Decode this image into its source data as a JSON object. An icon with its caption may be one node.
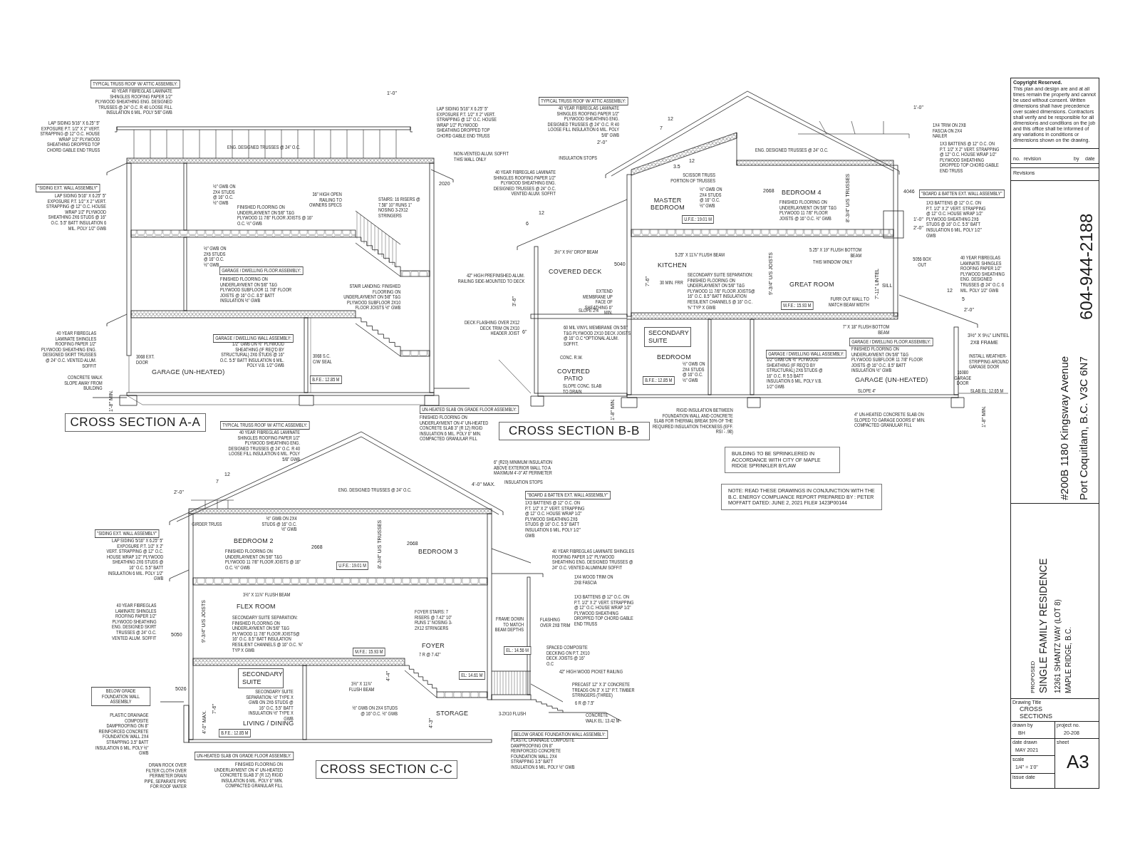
{
  "diagram": {
    "nodes": [
      {
        "text": [
          "TYPICAL TRUSS ROOF W/ ATTIC ASSEMBLY:"
        ]
      },
      {
        "text": [
          "\"SIDING EXT. WALL ASSEMBLY\""
        ]
      },
      {
        "text": [
          "GARAGE / DWELLING FLOOR ASSEMBLY:"
        ]
      },
      {
        "text": [
          "GARAGE / DWELLING WALL ASSEMBLY:"
        ]
      },
      {
        "text": [
          "B.F.E.: 12.85 M"
        ]
      },
      {
        "text": [
          "CROSS SECTION A-A"
        ]
      },
      {
        "text": [
          "UN-HEATED SLAB ON GRADE FLOOR ASSEMBLY:"
        ]
      },
      {
        "text": [
          "TYPICAL TRUSS ROOF W/ ATTIC ASSEMBLY:"
        ]
      },
      {
        "text": [
          "U.F.E.: 19.01 M"
        ]
      },
      {
        "text": [
          "\"BOARD & BATTEN EXT. WALL ASSEMBLY\""
        ]
      },
      {
        "text": [
          "M.F.E.: 15.93 M"
        ]
      },
      {
        "text": [
          "SECONDARY SUITE"
        ]
      },
      {
        "text": [
          "GARAGE / DWELLING FLOOR ASSEMBLY:"
        ]
      },
      {
        "text": [
          "GARAGE / DWELLING WALL ASSEMBLY:"
        ]
      },
      {
        "text": [
          "B.F.E.: 12.85 M"
        ]
      },
      {
        "text": [
          "CROSS SECTION B-B"
        ]
      },
      {
        "text": [
          "TYPICAL TRUSS ROOF W/ ATTIC ASSEMBLY:"
        ]
      },
      {
        "text": [
          "\"SIDING EXT. WALL ASSEMBLY\""
        ]
      },
      {
        "text": [
          "U.F.E.: 19.01 M"
        ]
      },
      {
        "text": [
          "\"BOARD & BATTEN EXT. WALL ASSEMBLY\""
        ]
      },
      {
        "text": [
          "M.F.E.: 15.93 M"
        ]
      },
      {
        "text": [
          "SECONDARY SUITE"
        ]
      },
      {
        "text": [
          "EL: 14.61 M"
        ]
      },
      {
        "text": [
          "EL.: 14.56 M"
        ]
      },
      {
        "text": [
          "BELOW GRADE FOUNDATION WALL ASSEMBLY"
        ]
      },
      {
        "text": [
          "B.F.E.: 12.85 M"
        ]
      },
      {
        "text": [
          "BELOW GRADE FOUNDATION WALL ASSEMBLY:"
        ]
      },
      {
        "text": [
          "UN-HEATED SLAB ON GRADE FLOOR ASSEMBLY:"
        ]
      },
      {
        "text": [
          "CROSS SECTION C-C"
        ]
      },
      {
        "text": [
          "BUILDING TO BE SPRINKLERED IN ACCORDANCE WITH CITY OF MAPLE RIDGE SPRINKLER BYLAW"
        ]
      },
      {
        "text": [
          "NOTE: READ THESE DRAWINGS IN CONJUNCTION WITH THE B.C. ENERGY COMPLIANCE REPORT PREPARED BY : PETER MOFFATT DATED: JUNE 2, 2021 FILE# 1423P00144"
        ]
      },
      {
        "text": [
          "Copyright Reserved.",
          "This plan and design are and at all times remain the property and cannot be used without consent. Written dimensions shall have precedence over scaled dimensions. Contractors shall verify and be responsible for all dimensions and conditions on the job and this office shall be informed of any variations in conditions or dimensions shown on the drawing."
        ]
      },
      {
        "text": [
          "no.",
          "revision",
          "by",
          "date",
          "Revisions"
        ]
      },
      {
        "text": [
          "#200B 1180 Kingsway Avenue",
          "Port Coquitlam, B.C. V3C 6N7",
          "604-944-2188"
        ]
      },
      {
        "text": [
          "PROPOSED",
          "SINGLE FAMILY RESIDENCE",
          "12361 SHANTZ WAY (LOT 8)",
          "MAPLE RIDGE, B.C."
        ]
      },
      {
        "text": [
          "Drawing Title",
          "CROSS SECTIONS"
        ]
      },
      {
        "text": [
          "drawn by",
          "BH"
        ]
      },
      {
        "text": [
          "project no.",
          "20-208"
        ]
      },
      {
        "text": [
          "date drawn",
          "MAY 2021"
        ]
      },
      {
        "text": [
          "sheet",
          "A3"
        ]
      },
      {
        "text": [
          "scale",
          "1/4\" = 1'0\""
        ]
      },
      {
        "text": [
          "issue date"
        ]
      }
    ],
    "labels": [
      "40 YEAR FIBREGLAS LAMINATE SHINGLES ROOFING PAPER 1/2\" PLYWOOD SHEATHING ENG. DESIGNED TRUSSES @ 24\" O.C. R 40 LOOSE FILL INSULATION 6 MIL. POLY 5/8\" GWB",
      "1'-0\"",
      "LAP SIDING 5/16\" X 6.25\" 5\" EXPOSURE P.T. 1/2\" X 2\" VERT. STRAPPING @ 12\" O.C. HOUSE WRAP 1/2\" PLYWOOD SHEATHING DROPPED TOP CHORD GABLE END TRUSS",
      "LAP SIDING 5/16\" X 6.25\" 5\" EXPOSURE P.T. 1/2\" X 2\" VERT. STRAPPING @ 12\" O.C. HOUSE WRAP 1/2\" PLYWOOD SHEATHING DROPPED TOP CHORD GABLE END TRUSS",
      "ENG. DESIGNED TRUSSES @ 24\" O.C.",
      "NON-VENTED ALUM. SOFFIT THIS WALL ONLY",
      "2020",
      "LAP SIDING 5/16\" X 6.25\" 5\" EXPOSURE P.T. 1/2\" X 2\" VERT. STRAPPING @ 12\" O.C. HOUSE WRAP 1/2\" PLYWOOD SHEATHING 2X6 STUDS @ 16\" O.C. 5.5\" BATT INSULATION 6 MIL. POLY 1/2\" GWB",
      "½\" GWB ON 2X4 STUDS @ 16\" O.C. ½\" GWB",
      "FINISHED FLOORING ON UNDERLAYMENT ON 5/8\" T&G PLYWOOD 11 7/8\" FLOOR JOISTS @ 16\" O.C. ½\" GWB",
      "36\" HIGH OPEN RAILING TO OWNERS SPECS",
      "STAIRS: 16 RISERS @ 7.58\" 10\" RUNS 1\" NOSING 3-2X12 STRINGERS",
      "½\" GWB ON 2X6 STUDS @ 16\" O.C. ½\" GWB",
      "FINISHED FLOORING ON UNDERLAYMENT ON 5/8\" T&G PLYWOOD SUBFLOOR 11 7/8\" FLOOR JOISTS @ 16\" O.C. 8.5\" BATT INSULATION ½\" GWB",
      "STAIR LANDING: FINISHED FLOORING ON UNDERLAYMENT ON 5/8\" T&G PLYWOOD SUBFLOOR 2X10 FLOOR JOISTS ½\" GWB",
      "40 YEAR FIBREGLAS LAMINATE SHINGLES ROOFING PAPER 1/2\" PLYWOOD SHEATHING ENG. DESIGNED SKIRT TRUSSES @ 24\" O.C. VENTED ALUM. SOFFIT",
      "1/2\" GWB ON ½\" PLYWOOD SHEATHING (IF REQ'D BY STRUCTURAL) 2X6 STUDS @ 16\" O.C. 5.5\" BATT INSULATION 6 MIL. POLY V.B. 1/2\" GWB",
      "3068 EXT. DOOR",
      "GARAGE (UN-HEATED)",
      "3068 S.C. C/W SEAL",
      "CONCRETE WALK SLOPE AWAY FROM BUILDING",
      "1'-8\" MIN.",
      "FINISHED FLOORING ON UNDERLAYMENT ON 4\" UN-HEATED CONCRETE SLAB 3\" (R 12) RIGID INSULATION 6 MIL. POLY 6\" MIN. COMPACTED GRANULAR FILL",
      "40 YEAR FIBREGLAS LAMINATE SHINGLES ROOFING PAPER 1/2\" PLYWOOD SHEATHING ENG. DESIGNED TRUSSES @ 24\" O.C. R 40 LOOSE FILL INSULATION 6 MIL. POLY 5/8\" GWB",
      "12",
      "7",
      "2'-0\"",
      "INSULATION STOPS",
      "40 YEAR FIBREGLAS LAMINATE SHINGLES ROOFING PAPER 1/2\" PLYWOOD SHEATHING ENG. DESIGNED TRUSSES @ 24\" O.C. VENTED ALUM. SOFFIT",
      "12",
      "3.5",
      "SCISSOR TRUSS PORTION OF TRUSSES",
      "ENG. DESIGNED TRUSSES @ 24\" O.C.",
      "1'-0\"",
      "1X4 TRIM ON 2X8 FASCIA ON 2X4 NAILER",
      "1X3 BATTENS @ 12\" O.C. ON P.T. 1/2\" X 2\" VERT. STRAPPING @ 12\" O.C. HOUSE WRAP 1/2\" PLYWOOD SHEATHING DROPPED TOP CHORD GABLE END TRUSS",
      "MASTER BEDROOM",
      "½\" GWB ON 2X4 STUDS @ 16\" O.C. ½\" GWB",
      "2668",
      "BEDROOM 4",
      "8'-3/4\" U/S TRUSSES",
      "FINISHED FLOORING ON UNDERLAYMENT ON 5/8\" T&G PLYWOOD 11 7/8\" FLOOR JOISTS @ 16\" O.C. ½\" GWB",
      "4046",
      "1X3 BATTENS @ 12\" O.C. ON P.T. 1/2\" X 2\" VERT. STRAPPING @ 12\" O.C. HOUSE WRAP 1/2\" PLYWOOD SHEATHING 2X6 STUDS @ 16\" O.C. 5.5\" BATT INSULATION 6 MIL. POLY 1/2\" GWB",
      "1'-0\"",
      "2'-0\"",
      "12",
      "6",
      "3½\" X 9½\" DROP BEAM",
      "5.25\" X 11⅞\" FLUSH BEAM",
      "5.25\" X 19\" FLUSH BOTTOM BEAM",
      "5040",
      "KITCHEN",
      "COVERED DECK",
      "THIS WINDOW ONLY",
      "5056 BOX OUT",
      "40 YEAR FIBREGLAS LAMINATE SHINGLES ROOFING PAPER 1/2\" PLYWOOD SHEATHING ENG. DESIGNED TRUSSES @ 24\" O.C. 6 MIL. POLY 1/2\" GWB",
      "42\" HIGH PREFINISHED ALUM. RAILING SIDE-MOUNTED TO DECK",
      "SECONDARY SUITE SEPARATION: FINISHED FLOORING ON UNDERLAYMENT ON 5/8\" T&G PLYWOOD 11 7/8\" FLOOR JOISTS@ 16\" O.C. 8.5\" BATT INSULATION RESILIENT CHANNELS @ 16\" O.C. ⅝\" TYP X GWB",
      "30 MIN. FRR",
      "EXTEND MEMBRANE UP FACE OF SHEATHING 6\" MIN.",
      "9'-3/4\" U/S JOISTS",
      "GREAT ROOM",
      "7'-11\" LINTEL",
      "SILL",
      "12",
      "5",
      "7'-6\"",
      "3'-6\"",
      "FURR OUT WALL TO MATCH BEAM WIDTH",
      "SLOPE 2%",
      "2'-0\"",
      "DECK FLASHING OVER 2X12 DECK TRIM ON 2X10 HEADER JOIST",
      "6\"",
      "60 MIL VINYL MEMBRANE ON 5/8\" T&G PLYWOOD 2X10 DECK JOISTS @ 16\" O.C *OPTIONAL ALUM. SOFFIT.",
      "7\" X 18\" FLUSH BOTTOM BEAM",
      "3½\" X 9¼\" LINTEL",
      "2X8 FRAME",
      "FINISHED FLOORING ON UNDERLAYMENT ON 5/8\" T&G PLYWOOD SUBFLOOR 11 7/8\" FLOOR JOISTS @ 16\" O.C. 8.5\" BATT INSULATION ½\" GWB",
      "1/2\" GWB ON ½\" PLYWOOD SHEATHING (IF REQ'D BY STRUCTURAL) 2X6 STUDS @ 16\" O.C. R 5.5 BATT INSULATION 6 MIL. POLY V.B. 1/2\" GWB",
      "CONC. R.W.",
      "BEDROOM",
      "½\" GWB ON 2X4 STUDS @ 16\" O.C. ½\" GWB",
      "INSTALL WEATHER-STRIPPING AROUND GARAGE DOOR",
      "COVERED PATIO",
      "16080 GARAGE DOOR",
      "GARAGE (UN-HEATED)",
      "SLOPE CONC. SLAB TO DRAIN",
      "SLOPE 4\"",
      "SLAB EL: 12.65 M",
      "1'-8\" MIN.",
      "RIGID INSULATION BETWEEN FOUNDATION WALL AND CONCRETE SLAB FOR THERMAL BREAK 50% OF THE REQUIRED INSULATION THICKNESS (EFF. RSI - .98)",
      "4\" UN-HEATED CONCRETE SLAB ON SLOPED TO GARAGE DOORS 6\" MIN. COMPACTED GRANULAR FILL",
      "1'-8\" MIN.",
      "40 YEAR FIBREGLAS LAMINATE SHINGLES ROOFING PAPER 1/2\" PLYWOOD SHEATHING ENG. DESIGNED TRUSSES @ 24\" O.C. R 40 LOOSE FILL INSULATION 6 MIL. POLY 5/8\" GWB",
      "12",
      "7",
      "2'-0\"",
      "ENG. DESIGNED TRUSSES @ 24\" O.C.",
      "4'-0\" MAX.",
      "GIRDER TRUSS",
      "½\" GWB ON 2X4 STUDS @ 16\" O.C. ½\" GWB",
      "LAP SIDING 5/16\" X 6.25\" 5\" EXPOSURE P.T. 1/2\" X 2\" VERT. STRAPPING @ 12\" O.C. HOUSE WRAP 1/2\" PLYWOOD SHEATHING 2X6 STUDS @ 16\" O.C. 5.5\" BATT INSULATION 6 MIL. POLY 1/2\" GWB",
      "BEDROOM 2",
      "2668",
      "2668",
      "8'-3/4\" U/S TRUSSES",
      "BEDROOM 3",
      "FINISHED FLOORING ON UNDERLAYMENT ON 5/8\" T&G PLYWOOD 11 7/8\" FLOOR JOISTS @ 16\" O.C. ½\" GWB",
      "3½\" X 11⅞\" FLUSH BEAM",
      "40 YEAR FIBREGLAS LAMINATE SHINGLES ROOFING PAPER 1/2\" PLYWOOD SHEATHING ENG. DESIGNED SKIRT TRUSSES @ 24\" O.C. VENTED ALUM. SOFFIT",
      "FLEX ROOM",
      "9'-3/4\" U/S JOISTS",
      "SECONDARY SUITE SEPARATION: FINISHED FLOORING ON UNDERLAYMENT ON 5/8\" T&G PLYWOOD 11 7/8\" FLOOR JOISTS@ 16\" O.C. 8.5\" BATT INSULATION RESILIENT CHANNELS @ 16\" O.C. ⅝\" TYP X GWB",
      "FOYER STAIRS: 7 RISERS @ 7.42\" 10\" RUNS 1\" NOSING 3-2X12 STRINGERS",
      "5050",
      "FOYER",
      "7 R @ 7.42\"",
      "4'-4\"",
      "3½\" X 11⅞\" FLUSH BEAM",
      "5026",
      "SECONDARY SUITE SEPARATION: ½\" TYPE X GWB ON 2X6 STUDS @ 16\" O.C. 5.5\" BATT INSULATION ½\" TYPE X GWB",
      "7'-6\"",
      "4'-0\" MAX.",
      "PLASTIC DRAINAGE COMPOSITE DAMPROOFING ON 8\" REINFORCED CONCRETE FOUNDATION WALL 2X4 STRAPPING 3.5\" BATT INSULATION 6 MIL. POLY ½\" GWB",
      "½\" GWB ON 2X4 STUDS @ 16\" O.C. ½\" GWB",
      "STORAGE",
      "4'-3\"",
      "LIVING / DINING",
      "DRAIN ROCK OVER FILTER CLOTH OVER PERIMETER DRAIN PIPE, SEPARATE PIPE FOR ROOF WATER",
      "FINISHED FLOORING ON UNDERLAYMENT ON 4\" UN-HEATED CONCRETE SLAB 3\" (R 12) RIGID INSULATION 6 MIL. POLY 6\" MIN. COMPACTED GRANULAR FILL",
      "6\" (R20) MINIMUM INSULATION ABOVE EXTERIOR WALL TO A MAXIMUM 4'-0\" AT PERIMETER",
      "INSULATION STOPS",
      "1X3 BATTENS @ 12\" O.C. ON P.T. 1/2\" X 2\" VERT. STRAPPING @ 12\" O.C. HOUSE WRAP 1/2\" PLYWOOD SHEATHING 2X6 STUDS @ 16\" O.C. 5.5\" BATT INSULATION 6 MIL. POLY 1/2\" GWB",
      "40 YEAR FIBREGLAS LAMINATE SHINGLES ROOFING PAPER 1/2\" PLYWOOD SHEATHING ENG. DESIGNED TRUSSES @ 24\" O.C. VENTED ALUMINUM SOFFIT",
      "1X4 WOOD TRIM ON 2X8 FASCIA",
      "1X3 BATTENS @ 12\" O.C. ON P.T. 1/2\" X 2\" VERT. STRAPPING @ 12\" O.C. HOUSE WRAP 1/2\" PLYWOOD SHEATHING DROPPED TOP CHORD GABLE END TRUSS",
      "FRAME DOWN TO MATCH BEAM DEPTHS",
      "FLASHING OVER 2X8 TRIM",
      "SPACED COMPOSITE DECKING ON P.T. 2X10 DECK JOISTS @ 16\" O.C",
      "42\" HIGH WOOD PICKET RAILING",
      "PRECAST 12\" X 3\" CONCRETE TREADS ON 3\" X 12\" P.T. TIMBER STRINGERS (THREE)",
      "6 R @ 7.5\"",
      "3-2X10 FLUSH",
      "CONCRETE WALK EL: 13.42 M",
      "PLASTIC DRAINAGE COMPOSITE DAMPROOFING ON 8\" REINFORCED CONCRETE FOUNDATION WALL 2X4 STRAPPING 3.5\" BATT INSULATION 6 MIL. POLY ½\" GWB"
    ]
  }
}
